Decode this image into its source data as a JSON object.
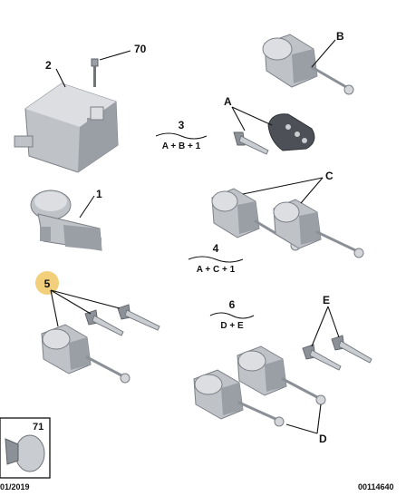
{
  "callouts": {
    "p70": "70",
    "p2": "2",
    "p1": "1",
    "p3": "3",
    "p4": "4",
    "p5": "5",
    "p6": "6",
    "p71": "71",
    "pA": "A",
    "pB": "B",
    "pC": "C",
    "pD": "D",
    "pE": "E"
  },
  "formulas": {
    "f3": "A + B + 1",
    "f4": "A + C + 1",
    "f6": "D + E"
  },
  "footer": {
    "date": "01/2019",
    "ref": "00114640"
  },
  "colors": {
    "highlight": "#f2cf7a",
    "metal": "#bfc2c7"
  }
}
